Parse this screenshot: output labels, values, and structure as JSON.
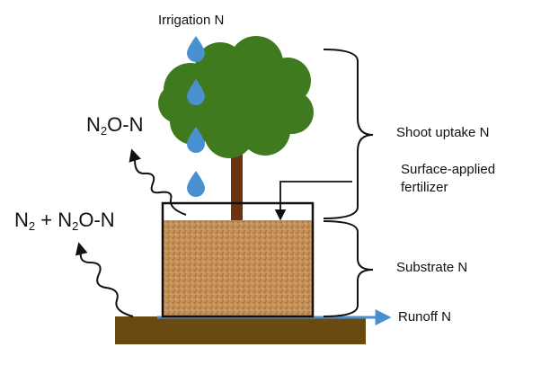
{
  "labels": {
    "irrigation": "Irrigation N",
    "shoot_uptake": "Shoot uptake N",
    "surface_fertilizer_line1": "Surface-applied",
    "surface_fertilizer_line2": "fertilizer",
    "substrate": "Substrate N",
    "runoff": "Runoff N",
    "n2o_emission": {
      "a": "N",
      "sub1": "2",
      "b": "O-N"
    },
    "n2_emission": {
      "a": "N",
      "sub1": "2",
      "b": " + N",
      "sub2": "2",
      "c": "O-N"
    }
  },
  "colors": {
    "foliage": "#3f7a1f",
    "trunk": "#6b3310",
    "substrate": "#c8935a",
    "ground": "#6b4a12",
    "water": "#4a90d0",
    "outline": "#111111"
  }
}
